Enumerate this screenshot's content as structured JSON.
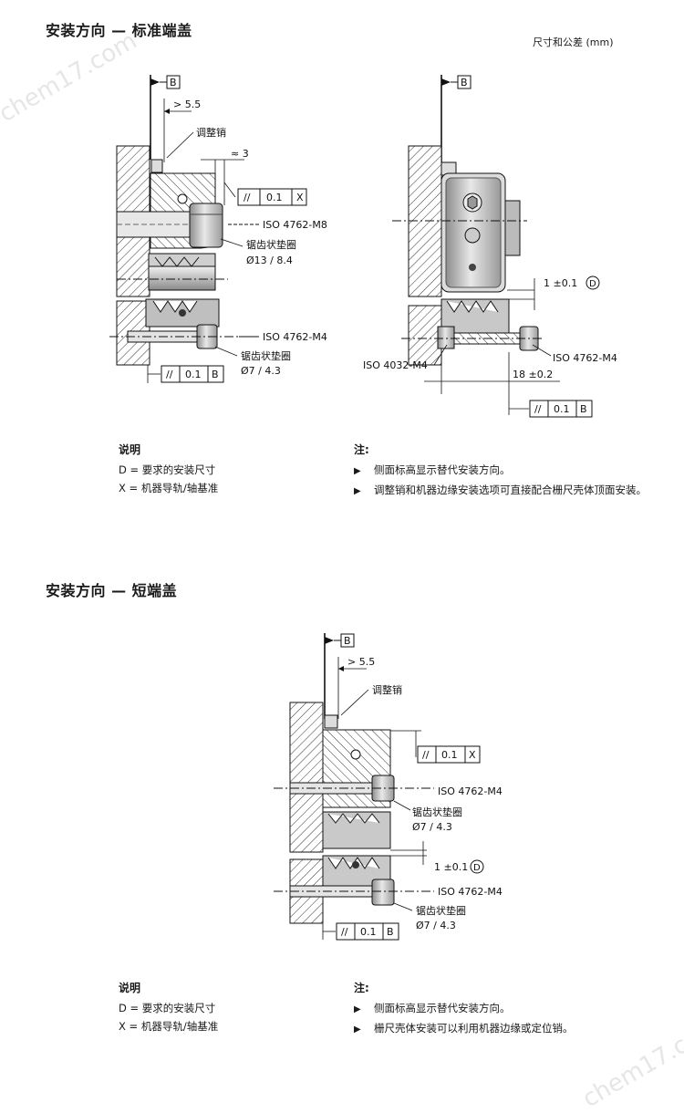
{
  "section1": {
    "title": "安装方向 — 标准端盖",
    "units": "尺寸和公差 (mm)",
    "left": {
      "datum": "B",
      "dim_offset": "> 5.5",
      "pin_label": "调整销",
      "dim_gap": "≈ 3",
      "tol_sym": "//",
      "tol_val": "0.1",
      "tol_ref": "X",
      "iso_top": "ISO 4762-M8",
      "washer_label": "锯齿状垫圈",
      "washer_size": "Ø13 / 8.4",
      "iso_bottom": "ISO 4762-M4",
      "washer2_label": "锯齿状垫圈",
      "washer2_size": "Ø7 / 4.3",
      "tol2_sym": "//",
      "tol2_val": "0.1",
      "tol2_ref": "B"
    },
    "right": {
      "datum": "B",
      "d_dim": "1 ±0.1",
      "d_mark": "D",
      "iso_right": "ISO 4762-M4",
      "iso_left": "ISO 4032-M4",
      "dim18": "18 ±0.2",
      "tol_sym": "//",
      "tol_val": "0.1",
      "tol_ref": "B"
    },
    "legend": {
      "title": "说明",
      "lines": [
        "D = 要求的安装尺寸",
        "X = 机器导轨/轴基准"
      ]
    },
    "notes": {
      "title": "注:",
      "items": [
        "侧面标高显示替代安装方向。",
        "调整销和机器边缘安装选项可直接配合栅尺壳体顶面安装。"
      ]
    }
  },
  "section2": {
    "title": "安装方向 — 短端盖",
    "diagram": {
      "datum": "B",
      "dim_offset": "> 5.5",
      "pin_label": "调整销",
      "tol_sym": "//",
      "tol_val": "0.1",
      "tol_ref": "X",
      "iso_top": "ISO 4762-M4",
      "washer_label": "锯齿状垫圈",
      "washer_size": "Ø7 / 4.3",
      "d_dim": "1 ±0.1",
      "d_mark": "D",
      "iso_bottom": "ISO 4762-M4",
      "washer2_label": "锯齿状垫圈",
      "washer2_size": "Ø7 / 4.3",
      "tol2_sym": "//",
      "tol2_val": "0.1",
      "tol2_ref": "B"
    },
    "legend": {
      "title": "说明",
      "lines": [
        "D = 要求的安装尺寸",
        "X = 机器导轨/轴基准"
      ]
    },
    "notes": {
      "title": "注:",
      "items": [
        "侧面标高显示替代安装方向。",
        "栅尺壳体安装可以利用机器边缘或定位销。"
      ]
    }
  },
  "watermark": "chem17.com",
  "bullet_icon": "triangle-right-icon"
}
